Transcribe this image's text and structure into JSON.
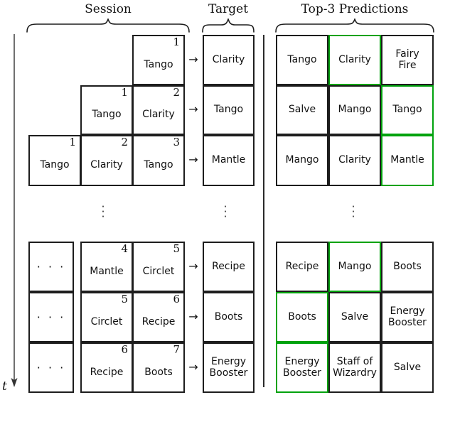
{
  "headers": {
    "session": "Session",
    "target": "Target",
    "predictions": "Top-3 Predictions"
  },
  "axis": {
    "time_label": "t",
    "direction": "down"
  },
  "symbols": {
    "arrow": "→",
    "ellipsis": "· · ·",
    "vdot": "·"
  },
  "colors": {
    "highlight": "#00a20d",
    "border": "#1d1d1d",
    "background": "#ffffff",
    "text": "#111111"
  },
  "rows": [
    {
      "session": [
        {
          "kind": "empty"
        },
        {
          "kind": "empty"
        },
        {
          "kind": "item",
          "index": "1",
          "label": "Tango"
        }
      ],
      "target": "Clarity",
      "predictions": [
        {
          "label": "Tango",
          "correct": false
        },
        {
          "label": "Clarity",
          "correct": true
        },
        {
          "label": "Fairy\nFire",
          "correct": false
        }
      ]
    },
    {
      "session": [
        {
          "kind": "empty"
        },
        {
          "kind": "item",
          "index": "1",
          "label": "Tango"
        },
        {
          "kind": "item",
          "index": "2",
          "label": "Clarity"
        }
      ],
      "target": "Tango",
      "predictions": [
        {
          "label": "Salve",
          "correct": false
        },
        {
          "label": "Mango",
          "correct": false
        },
        {
          "label": "Tango",
          "correct": true
        }
      ]
    },
    {
      "session": [
        {
          "kind": "item",
          "index": "1",
          "label": "Tango"
        },
        {
          "kind": "item",
          "index": "2",
          "label": "Clarity"
        },
        {
          "kind": "item",
          "index": "3",
          "label": "Tango"
        }
      ],
      "target": "Mantle",
      "predictions": [
        {
          "label": "Mango",
          "correct": false
        },
        {
          "label": "Clarity",
          "correct": false
        },
        {
          "label": "Mantle",
          "correct": true
        }
      ]
    },
    {
      "session": [
        {
          "kind": "ellipsis"
        },
        {
          "kind": "item",
          "index": "4",
          "label": "Mantle"
        },
        {
          "kind": "item",
          "index": "5",
          "label": "Circlet"
        }
      ],
      "target": "Recipe",
      "predictions": [
        {
          "label": "Recipe",
          "correct": false
        },
        {
          "label": "Mango",
          "correct": true
        },
        {
          "label": "Boots",
          "correct": false
        }
      ]
    },
    {
      "session": [
        {
          "kind": "ellipsis"
        },
        {
          "kind": "item",
          "index": "5",
          "label": "Circlet"
        },
        {
          "kind": "item",
          "index": "6",
          "label": "Recipe"
        }
      ],
      "target": "Boots",
      "predictions": [
        {
          "label": "Boots",
          "correct": true
        },
        {
          "label": "Salve",
          "correct": false
        },
        {
          "label": "Energy\nBooster",
          "correct": false
        }
      ]
    },
    {
      "session": [
        {
          "kind": "ellipsis"
        },
        {
          "kind": "item",
          "index": "6",
          "label": "Recipe"
        },
        {
          "kind": "item",
          "index": "7",
          "label": "Boots"
        }
      ],
      "target": "Energy\nBooster",
      "predictions": [
        {
          "label": "Energy\nBooster",
          "correct": true
        },
        {
          "label": "Staff of\nWizardry",
          "correct": false
        },
        {
          "label": "Salve",
          "correct": false
        }
      ]
    }
  ]
}
